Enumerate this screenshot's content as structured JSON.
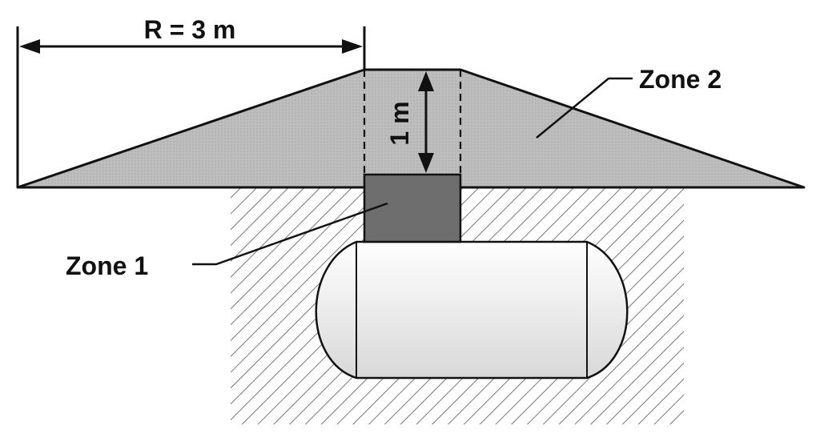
{
  "labels": {
    "radius": "R = 3 m",
    "height": "1 m",
    "zone2": "Zone 2",
    "zone1": "Zone 1"
  },
  "colors": {
    "zone2_fill": "#bdbdbd",
    "zone1_fill": "#6e6e6e",
    "tank_fill": "#f2f2f2",
    "outline": "#111111",
    "hatch": "#555555"
  }
}
